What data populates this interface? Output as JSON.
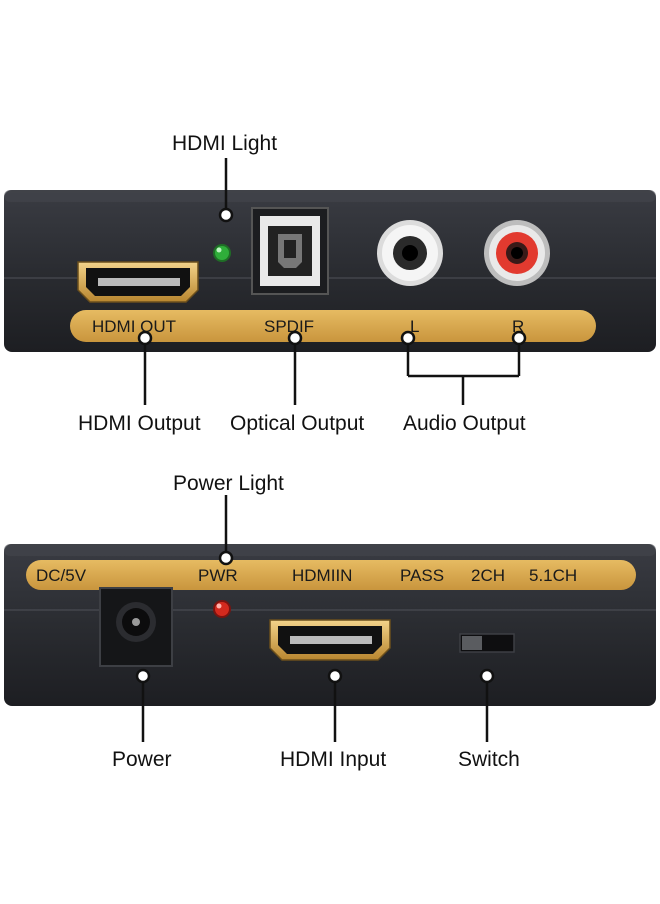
{
  "panel_front": {
    "strip_labels": {
      "hdmi_out": "HDMI OUT",
      "spdif": "SPDIF",
      "left": "L",
      "right": "R"
    },
    "callouts": {
      "hdmi_light": "HDMI Light",
      "hdmi_output": "HDMI Output",
      "optical_output": "Optical Output",
      "audio_output": "Audio Output"
    }
  },
  "panel_back": {
    "strip_labels": {
      "dc": "DC/5V",
      "pwr": "PWR",
      "hdmi_in": "HDMIIN",
      "pass": "PASS",
      "two_ch": "2CH",
      "five_one_ch": "5.1CH"
    },
    "callouts": {
      "power_light": "Power Light",
      "power": "Power",
      "hdmi_input": "HDMI Input",
      "switch": "Switch"
    }
  },
  "colors": {
    "device_body": "#2b2d33",
    "label_strip": "#d9a94e",
    "led_green": "#2fae3a",
    "led_red": "#d42a1e",
    "rca_left": "#f2f2f2",
    "rca_right": "#e23a2f"
  }
}
